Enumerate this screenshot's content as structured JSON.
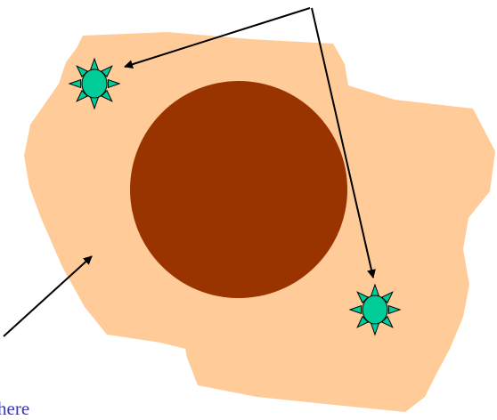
{
  "diagram": {
    "colors": {
      "background": "#ffffff",
      "blob_fill": "#ffcc99",
      "core_fill": "#993300",
      "star_fill": "#00cc99",
      "star_stroke": "#000000",
      "arrow": "#000000",
      "label_text": "#3535c8"
    },
    "stars": [
      {
        "id": "star-upper-left",
        "shape": "star-burst-icon"
      },
      {
        "id": "star-lower-right",
        "shape": "star-burst-icon"
      }
    ],
    "partial_label": "here"
  }
}
